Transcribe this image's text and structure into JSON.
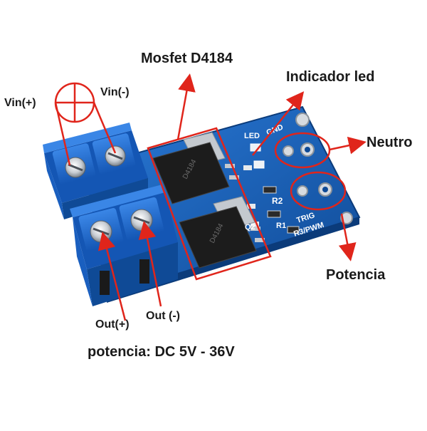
{
  "colors": {
    "board_blue": "#1b66c4",
    "board_dark": "#0f4a96",
    "terminal_blue": "#1f6fd6",
    "annotation_red": "#e0251b",
    "silk": "#ffffff",
    "ic_black": "#1c1c1c",
    "metal": "#bfc5cc"
  },
  "annotations": {
    "mosfet": "Mosfet D4184",
    "led": "Indicador led",
    "neutro": "Neutro",
    "potencia": "Potencia",
    "vin_plus": "Vin(+)",
    "vin_minus": "Vin(-)",
    "out_plus": "Out(+)",
    "out_minus": "Out (-)",
    "power_range": "potencia: DC 5V - 36V"
  },
  "silkscreen": {
    "led": "LED",
    "gnd": "GND",
    "r2": "R2",
    "r1": "R1",
    "q2": "Q2",
    "trig_pwm": "TRIG\nR3 PWM",
    "trig": "TRIG",
    "r3pwm": "R3/PWM",
    "chip_text": "D4184"
  },
  "icons": [
    "power-symbol-icon",
    "screw-terminal-icon",
    "arrow-icon"
  ]
}
